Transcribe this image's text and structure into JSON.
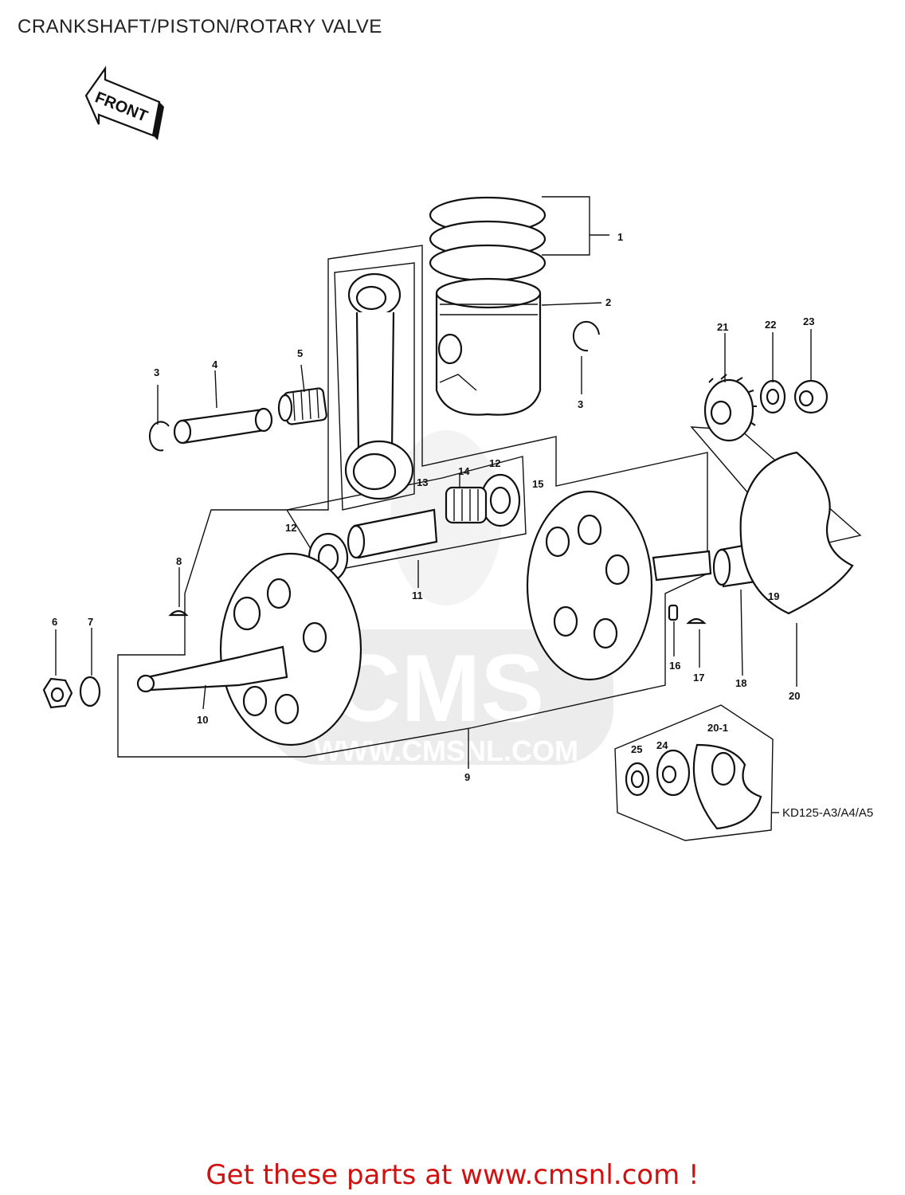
{
  "title": "CRANKSHAFT/PISTON/ROTARY VALVE",
  "front_label": "FRONT",
  "watermark": {
    "brand": "CMS",
    "url": "WWW.CMSNL.COM"
  },
  "callouts": {
    "c1": "1",
    "c2": "2",
    "c3a": "3",
    "c3b": "3",
    "c4": "4",
    "c5": "5",
    "c6": "6",
    "c7": "7",
    "c8": "8",
    "c9": "9",
    "c10": "10",
    "c11": "11",
    "c12a": "12",
    "c12b": "12",
    "c13": "13",
    "c14": "14",
    "c15": "15",
    "c16": "16",
    "c17": "17",
    "c18": "18",
    "c19": "19",
    "c20": "20",
    "c20_1": "20-1",
    "c21": "21",
    "c22": "22",
    "c23": "23",
    "c24": "24",
    "c25": "25"
  },
  "model_note": "KD125-A3/A4/A5",
  "footer": "Get these parts at www.cmsnl.com !"
}
